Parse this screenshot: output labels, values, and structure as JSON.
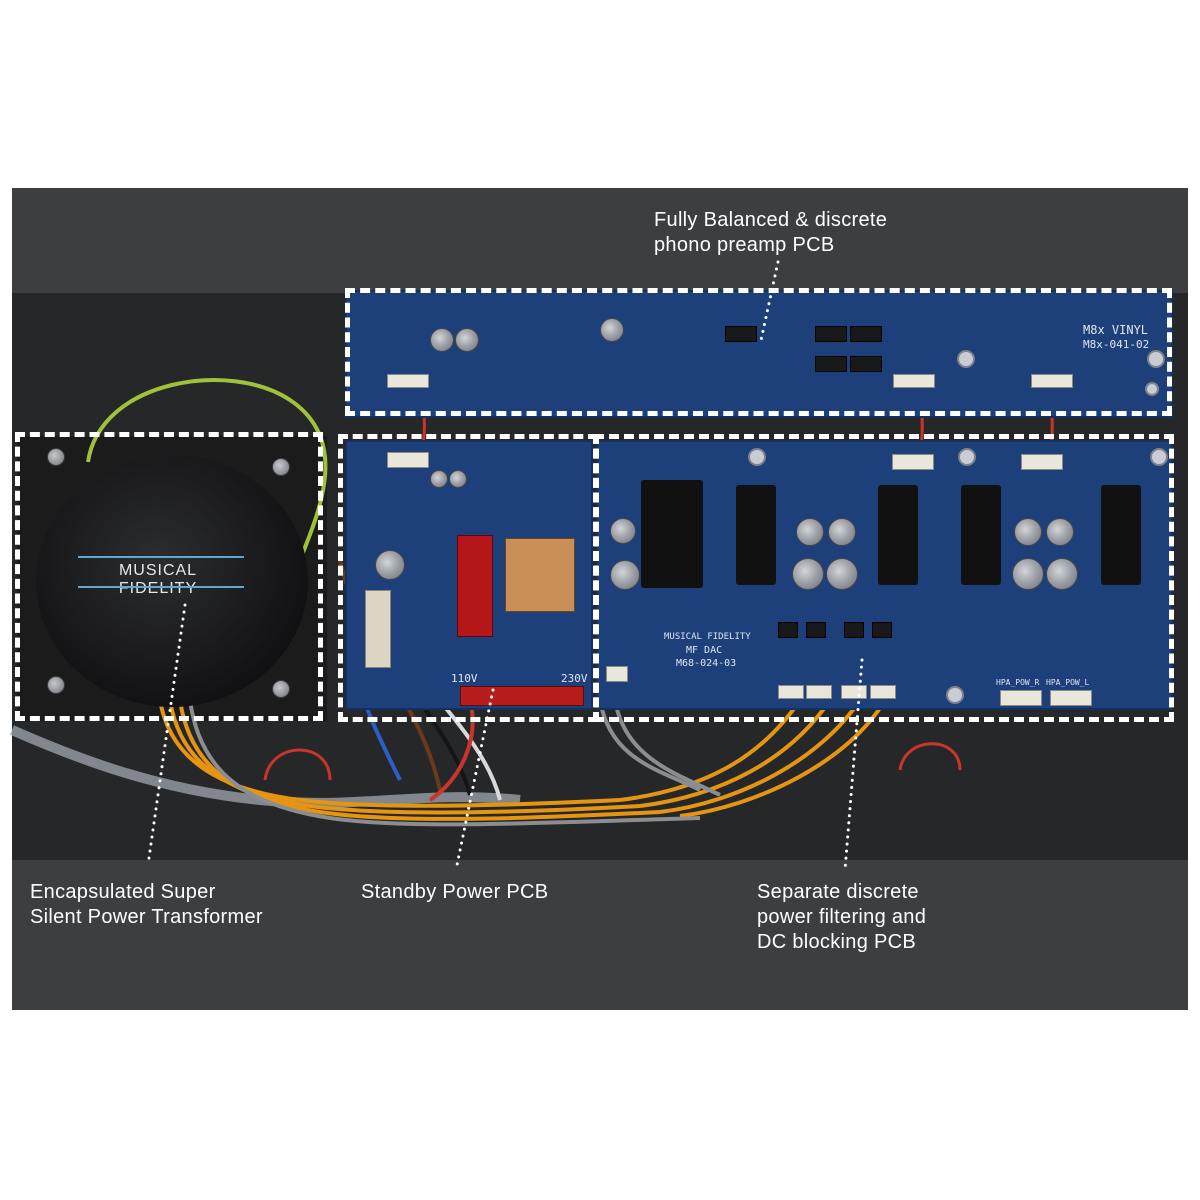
{
  "transformer": {
    "brand": "MUSICAL FIDELITY"
  },
  "boards": {
    "phono_silk_1": "M8x VINYL",
    "phono_silk_2": "M8x-041-02",
    "dac_brand": "MUSICAL FIDELITY",
    "dac_silk_1": "MF DAC",
    "dac_silk_2": "M68-024-03",
    "voltage_110": "110V",
    "voltage_230": "230V",
    "conn_r": "HPA_POW_R",
    "conn_l": "HPA_POW_L"
  },
  "callouts": {
    "phono": [
      "Fully Balanced & discrete",
      "phono preamp PCB"
    ],
    "transformer": [
      "Encapsulated Super",
      "Silent Power Transformer"
    ],
    "standby": [
      "Standby Power PCB"
    ],
    "filtering": [
      "Separate discrete",
      "power filtering and",
      "DC blocking PCB"
    ]
  },
  "colors": {
    "background": "#3d3e40",
    "pcb": "#1d3f7a",
    "outline": "#ffffff",
    "accent_line": "#5fa7d8"
  }
}
